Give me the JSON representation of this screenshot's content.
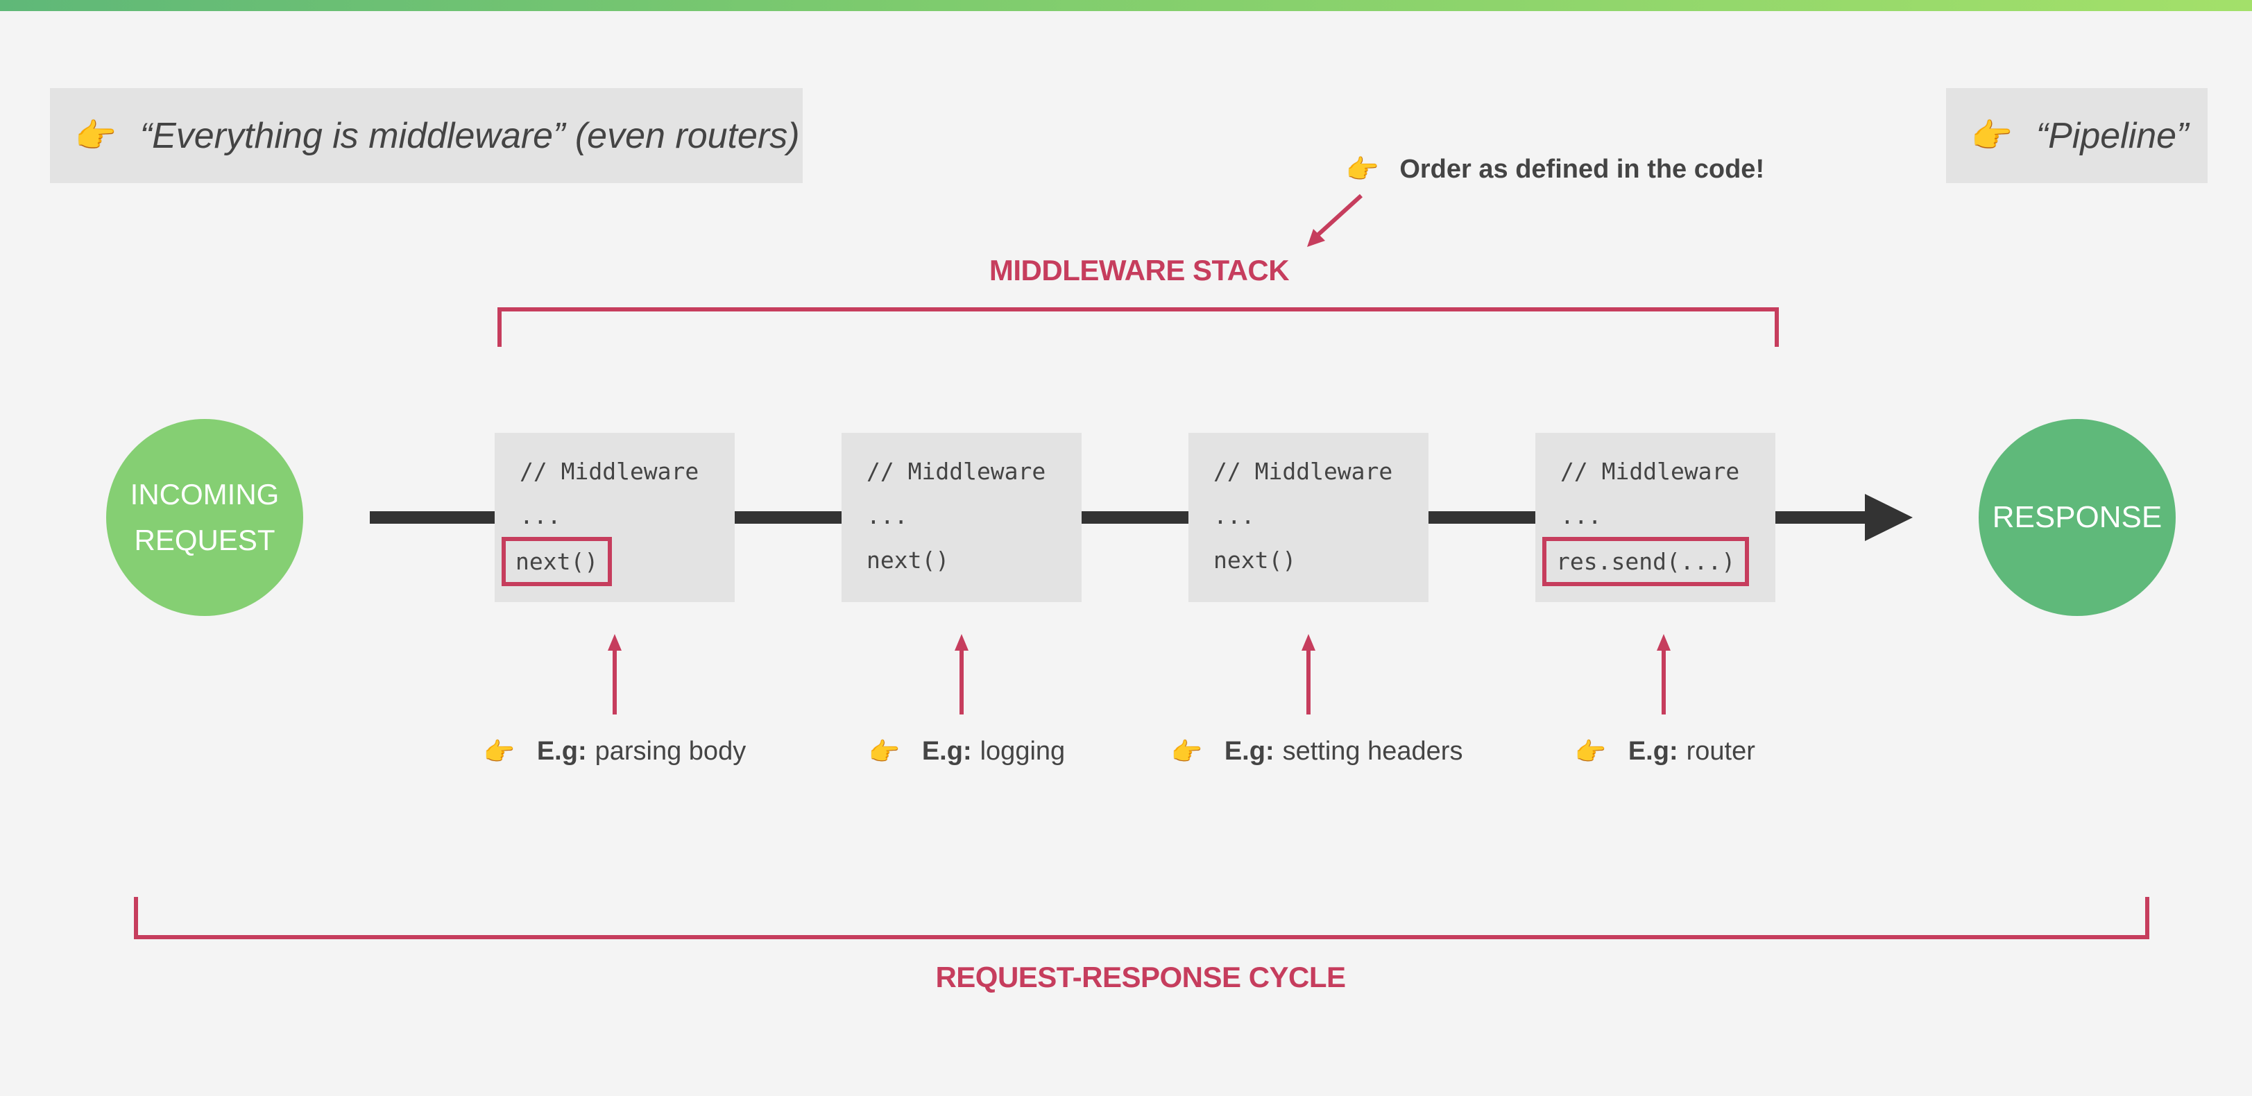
{
  "callouts": {
    "left_text": "“Everything is middleware”  (even routers)",
    "right_text": "“Pipeline”",
    "hand_icon": "👉"
  },
  "order_note": "Order as defined in the code!",
  "labels": {
    "middleware_stack": "MIDDLEWARE STACK",
    "request_response_cycle": "REQUEST-RESPONSE CYCLE"
  },
  "nodes": {
    "incoming_line1": "INCOMING",
    "incoming_line2": "REQUEST",
    "response": "RESPONSE"
  },
  "middlewares": [
    {
      "comment": "// Middleware",
      "dots": "...",
      "call": "next()",
      "example_prefix": "E.g:",
      "example_text": "parsing body"
    },
    {
      "comment": "// Middleware",
      "dots": "...",
      "call": "next()",
      "example_prefix": "E.g:",
      "example_text": "logging"
    },
    {
      "comment": "// Middleware",
      "dots": "...",
      "call": "next()",
      "example_prefix": "E.g:",
      "example_text": "setting headers"
    },
    {
      "comment": "// Middleware",
      "dots": "...",
      "call": "res.send(...)",
      "example_prefix": "E.g:",
      "example_text": "router"
    }
  ],
  "colors": {
    "accent_red": "#c63d5d",
    "incoming_green": "#85cf73",
    "response_green": "#5fb97a",
    "box_gray": "#e3e3e3",
    "flow_line": "#333333"
  }
}
